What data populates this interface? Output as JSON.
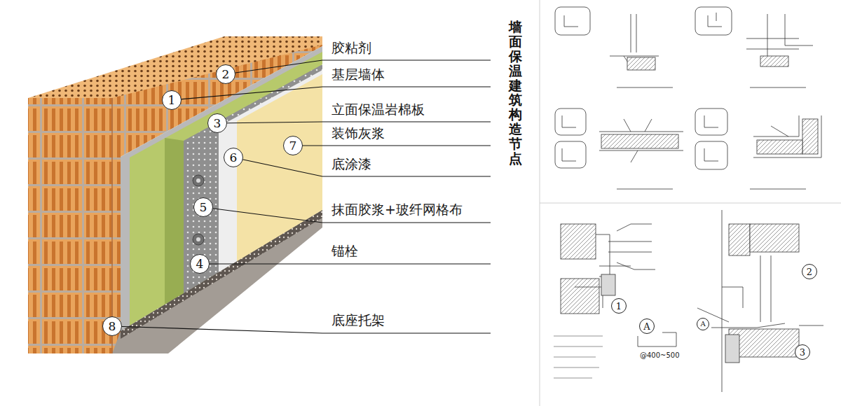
{
  "diagram": {
    "title": "墙面保温建筑构造节点",
    "nodes": [
      {
        "text": [
          "2"
        ]
      },
      {
        "text": [
          "1"
        ]
      },
      {
        "text": [
          "3"
        ]
      },
      {
        "text": [
          "7"
        ]
      },
      {
        "text": [
          "6"
        ]
      },
      {
        "text": [
          "5"
        ]
      },
      {
        "text": [
          "4"
        ]
      },
      {
        "text": [
          "8"
        ]
      },
      {
        "text": [
          "2"
        ]
      },
      {
        "text": [
          "1"
        ]
      },
      {
        "text": [
          "A"
        ]
      },
      {
        "text": [
          "A"
        ]
      },
      {
        "text": [
          "3"
        ]
      }
    ],
    "labels": [
      "胶粘剂",
      "基层墙体",
      "立面保温岩棉板",
      "装饰灰浆",
      "底涂漆",
      "抹面胶浆+玻纤网格布",
      "锚栓",
      "底座托架",
      "@400~500"
    ]
  }
}
